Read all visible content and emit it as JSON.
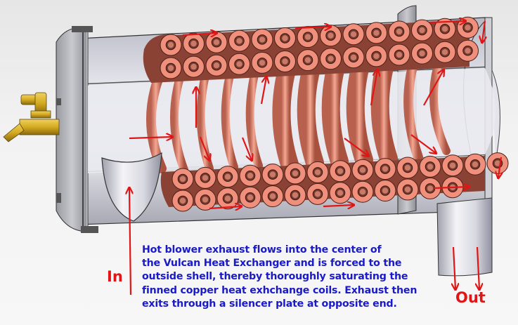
{
  "diagram": {
    "subject": "Vulcan Heat Exchanger cutaway",
    "labels": {
      "inlet": "In",
      "outlet": "Out"
    },
    "caption": {
      "lines": [
        "Hot blower exhaust flows into the center of",
        "the Vulcan Heat Exchanger and is forced to the",
        "outside shell, thereby thoroughly saturating the",
        "finned copper heat exhchange coils. Exhaust then",
        "exits through a silencer plate at opposite end."
      ]
    },
    "components": [
      "brass-valve-fitting",
      "end-flange",
      "outer-shell",
      "inner-tube",
      "copper-coils",
      "inlet-scoop",
      "outlet-pipe"
    ],
    "colors": {
      "caption_text": "#1a1ac8",
      "label_text": "#e01515",
      "arrow": "#e01515",
      "copper_face": "#f08f7c",
      "copper_dark": "#7a3a2e",
      "shell": "#c8c8d0",
      "brass": "#d4aa20"
    }
  }
}
